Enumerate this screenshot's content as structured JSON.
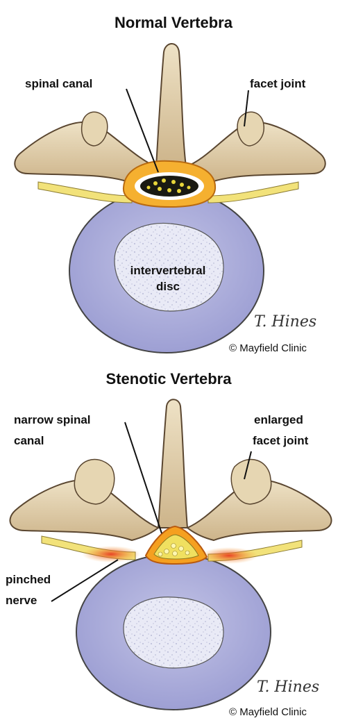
{
  "top": {
    "title": "Normal Vertebra",
    "labels": {
      "spinal_canal": "spinal canal",
      "facet_joint": "facet joint",
      "disc_line1": "intervertebral",
      "disc_line2": "disc"
    },
    "credit": "© Mayfield Clinic",
    "signature": "T. Hines"
  },
  "bottom": {
    "title": "Stenotic Vertebra",
    "labels": {
      "narrow_canal_line1": "narrow spinal",
      "narrow_canal_line2": "canal",
      "enlarged_facet_line1": "enlarged",
      "enlarged_facet_line2": "facet joint",
      "pinched_line1": "pinched",
      "pinched_line2": "nerve"
    },
    "credit": "© Mayfield Clinic",
    "signature": "T. Hines"
  },
  "colors": {
    "bone": "#e4d4b4",
    "bone_shadow": "#b89a70",
    "disc_outer": "#a6a8d8",
    "disc_inner": "#e6e7f4",
    "nerve": "#f2e27a",
    "canal_orange": "#f0a020",
    "inflamed": "#e84a2a"
  }
}
